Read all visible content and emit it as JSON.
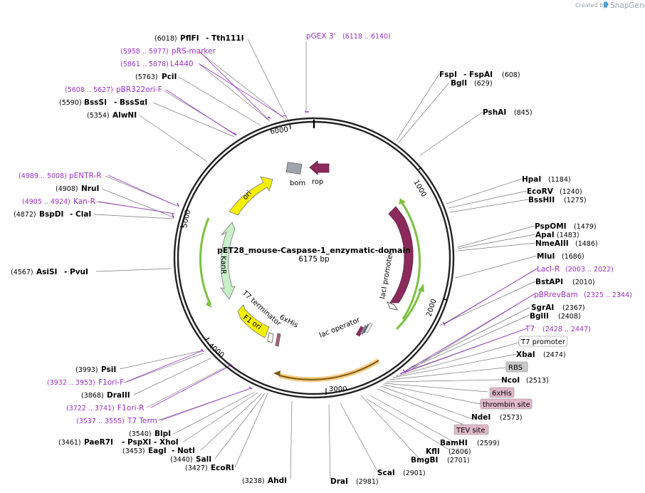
{
  "header": {
    "credit": "Created by",
    "brand": "SnapGene"
  },
  "plasmid": {
    "name": "pET28_mouse-Caspase-1_enzymatic-domain",
    "size": "6175 bp"
  },
  "ticks": [
    "1000",
    "2000",
    "3000",
    "4000",
    "5000",
    "6000"
  ],
  "features_inner": {
    "bom": "bom",
    "rop": "rop",
    "ori": "ori",
    "kanr": "KanR",
    "t7_terminator": "T7 terminator",
    "f1_ori": "F1 ori",
    "his": "6xHis",
    "lac_operator": "lac operator",
    "laci_promoter": "lacI promoter",
    "laci": "lacI"
  },
  "labels": {
    "l_pflfi": "(6018)",
    "l_pflfi_n": "PflFI",
    "l_pflfi_s": "- Tth111I",
    "l_pgex": "pGEX 3'",
    "l_pgex_r": "(6118 .. 6140)",
    "l_prs": "(5958 .. 5977)",
    "l_prs_n": "pRS-marker",
    "l_l4440": "(5861 .. 5878)",
    "l_l4440_n": "L4440",
    "l_pci": "(5763)",
    "l_pci_n": "PciI",
    "l_pbr": "(5608 .. 5627)",
    "l_pbr_n": "pBR322ori-F",
    "l_bss": "(5590)",
    "l_bss_n": "BssSI",
    "l_bss_s": "- BssSαI",
    "l_alw": "(5354)",
    "l_alw_n": "AlwNI",
    "l_pentr": "(4989 .. 5008)",
    "l_pentr_n": "pENTR-R",
    "l_nru": "(4908)",
    "l_nru_n": "NruI",
    "l_kanr": "(4905 .. 4924)",
    "l_kanr_n": "Kan-R",
    "l_bsp": "(4872)",
    "l_bsp_n": "BspDI",
    "l_bsp_s": "- ClaI",
    "l_asi": "(4567)",
    "l_asi_n": "AsiSI",
    "l_asi_s": "- PvuI",
    "l_psi": "(3993)",
    "l_psi_n": "PsiI",
    "l_f1f": "(3932 .. 3953)",
    "l_f1f_n": "F1ori-F",
    "l_dra3": "(3868)",
    "l_dra3_n": "DraIII",
    "l_f1r": "(3722 .. 3741)",
    "l_f1r_n": "F1ori-R",
    "l_t7t": "(3537 .. 3555)",
    "l_t7t_n": "T7 Term",
    "l_blp": "(3540)",
    "l_blp_n": "BlpI",
    "l_pae": "(3461)",
    "l_pae_n": "PaeR7I",
    "l_pae_s": "- PspXI",
    "l_pae_t": "- XhoI",
    "l_eag": "(3453)",
    "l_eag_n": "EagI",
    "l_eag_s": "- NotI",
    "l_sal": "(3440)",
    "l_sal_n": "SalI",
    "l_eco": "(3427)",
    "l_eco_n": "EcoRI",
    "l_ahd": "(3238)",
    "l_ahd_n": "AhdI",
    "l_dra": "DraI",
    "l_dra_p": "(2981)",
    "l_sca": "ScaI",
    "l_sca_p": "(2901)",
    "l_bmg": "BmgBI",
    "l_bmg_p": "(2701)",
    "l_kfl": "KflI",
    "l_kfl_p": "(2606)",
    "l_bam": "BamHI",
    "l_bam_p": "(2599)",
    "l_tev": "TEV site",
    "l_nde": "NdeI",
    "l_nde_p": "(2573)",
    "l_thr": "thrombin site",
    "l_his": "6xHis",
    "l_nco": "NcoI",
    "l_nco_p": "(2513)",
    "l_rbs": "RBS",
    "l_xba": "XbaI",
    "l_xba_p": "(2474)",
    "l_t7p": "T7 promoter",
    "l_t7": "T7",
    "l_t7_r": "(2428 .. 2447)",
    "l_bgl2": "BglII",
    "l_bgl2_p": "(2408)",
    "l_sgr": "SgrAI",
    "l_sgr_p": "(2367)",
    "l_pbrrev": "pBRrevBam",
    "l_pbrrev_r": "(2325 .. 2344)",
    "l_bst": "BstAPI",
    "l_bst_p": "(2010)",
    "l_lacir": "LacI-R",
    "l_lacir_r": "(2003 .. 2022)",
    "l_mlu": "MluI",
    "l_mlu_p": "(1686)",
    "l_nme": "NmeAIII",
    "l_nme_p": "(1486)",
    "l_apa": "ApaI",
    "l_apa_p": "(1483)",
    "l_psp": "PspOMI",
    "l_psp_p": "(1479)",
    "l_bsshii": "BssHII",
    "l_bsshii_p": "(1275)",
    "l_ecorv": "EcoRV",
    "l_ecorv_p": "(1240)",
    "l_hpa": "HpaI",
    "l_hpa_p": "(1184)",
    "l_psh": "PshAI",
    "l_psh_p": "(845)",
    "l_bgli": "BglI",
    "l_bgli_p": "(629)",
    "l_fsp": "FspI",
    "l_fsp_s": "- FspAI",
    "l_fsp_p": "(608)"
  },
  "colors": {
    "backbone": "#222222",
    "feature_purple": "#9b30c8",
    "ori": "#f5f000",
    "kanr": "#c8f0c8",
    "laci": "#8c2a5c",
    "promoter": "#ffffff",
    "green_arrow": "#7cc242",
    "orange_arrow": "#f0a020"
  }
}
